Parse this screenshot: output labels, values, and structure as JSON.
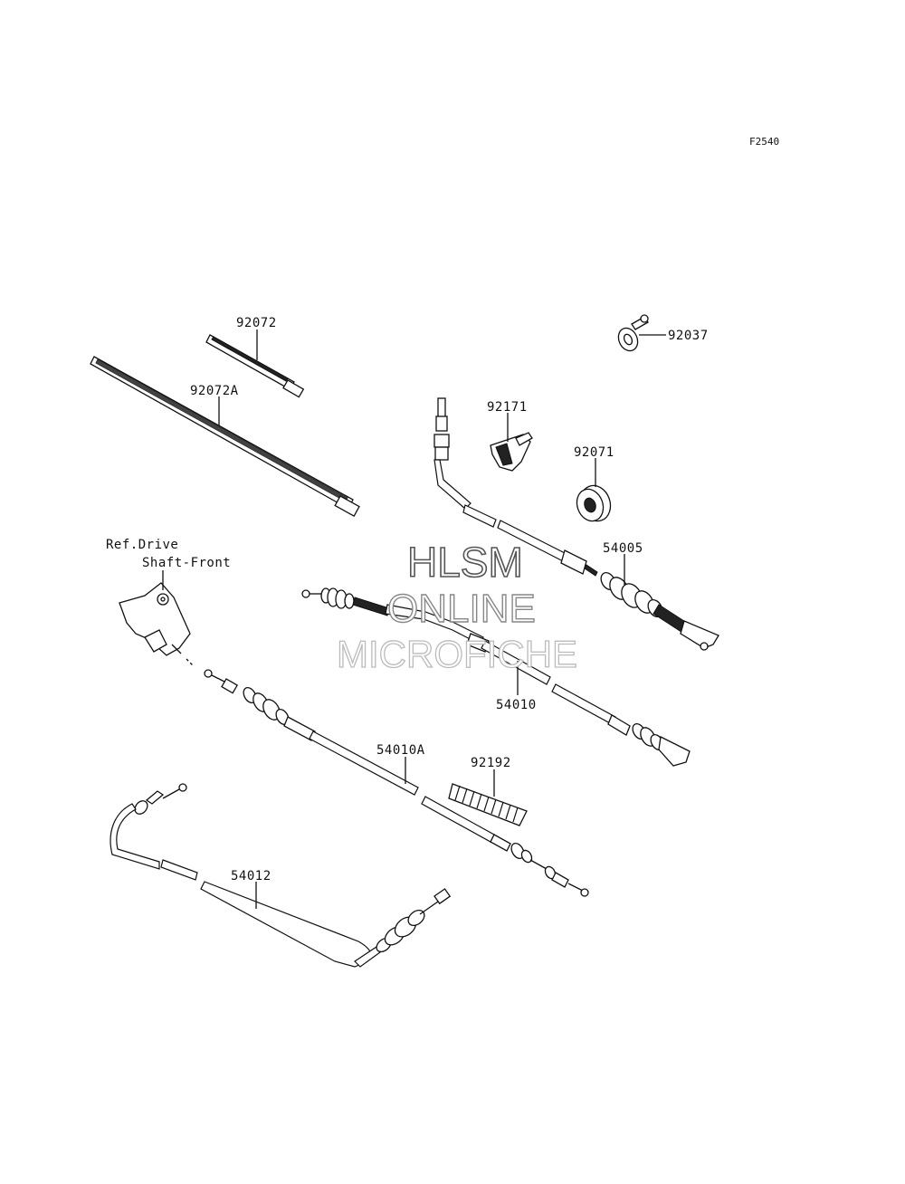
{
  "figure_code": "F2540",
  "watermark": {
    "line1": "HLSM",
    "line2": "ONLINE",
    "line3": "MICROFICHE"
  },
  "reference": {
    "line1": "Ref.Drive",
    "line2": "Shaft-Front"
  },
  "parts": [
    {
      "id": "92072",
      "label": "92072",
      "icon": "cable-tie-short-icon"
    },
    {
      "id": "92072A",
      "label": "92072A",
      "icon": "cable-tie-long-icon"
    },
    {
      "id": "92037",
      "label": "92037",
      "icon": "clamp-icon"
    },
    {
      "id": "92171",
      "label": "92171",
      "icon": "clip-icon"
    },
    {
      "id": "92071",
      "label": "92071",
      "icon": "grommet-icon"
    },
    {
      "id": "54005",
      "label": "54005",
      "icon": "throttle-cable-icon"
    },
    {
      "id": "54010",
      "label": "54010",
      "icon": "control-cable-icon"
    },
    {
      "id": "54010A",
      "label": "54010A",
      "icon": "control-cable-icon"
    },
    {
      "id": "92192",
      "label": "92192",
      "icon": "tube-icon"
    },
    {
      "id": "54012",
      "label": "54012",
      "icon": "bent-cable-icon"
    }
  ]
}
